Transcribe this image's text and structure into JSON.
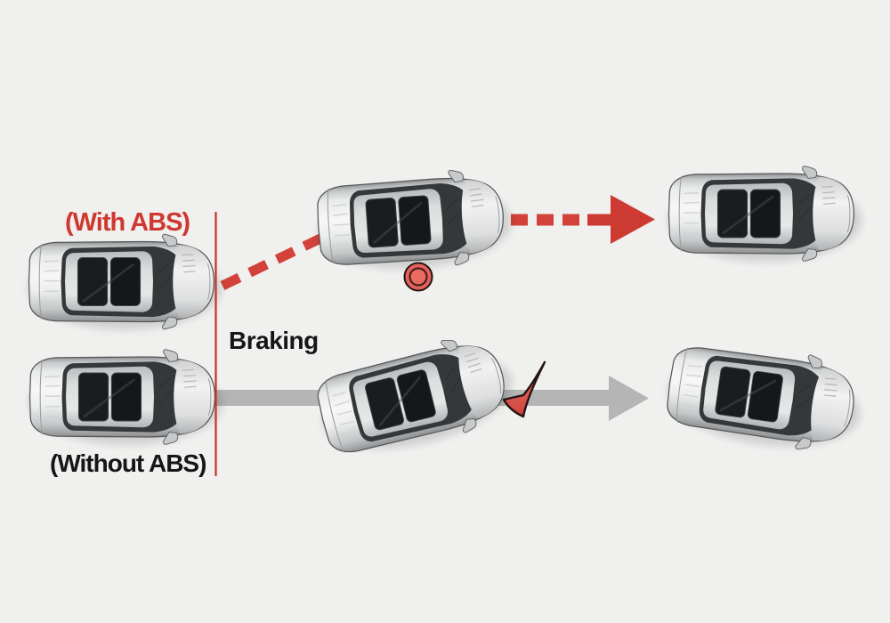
{
  "title": "ABS braking comparison diagram",
  "background": "#f0f0ef",
  "labels": {
    "with_abs": "(With ABS)",
    "braking": "Braking",
    "without_abs": "(Without ABS)"
  },
  "colors": {
    "red_text": "#d0372f",
    "red_dash": "#d2413a",
    "red_arrowhead": "#cd3a32",
    "braking_line": "#c8302a",
    "black_text": "#161616",
    "gray_arrow": "#b5b5b5",
    "marker_fill": "#e4625a",
    "marker_stroke": "#241413",
    "car_body": "#e9eaea",
    "car_glass": "#34383b"
  },
  "rows": [
    {
      "id": "with_abs",
      "label": "(With ABS)",
      "path_style": "red-dashed-swerve-arrow",
      "result": "car steers around and continues straight"
    },
    {
      "id": "without_abs",
      "label": "(Without ABS)",
      "path_style": "gray-solid-straight-arrow",
      "result": "car skids straight with locked wheels"
    }
  ],
  "cars": [
    {
      "row": "with_abs",
      "stage": "start"
    },
    {
      "row": "with_abs",
      "stage": "braking-steering"
    },
    {
      "row": "with_abs",
      "stage": "end"
    },
    {
      "row": "without_abs",
      "stage": "start"
    },
    {
      "row": "without_abs",
      "stage": "skidding"
    },
    {
      "row": "without_abs",
      "stage": "end"
    }
  ],
  "icons": [
    {
      "name": "wheel-marker-circle",
      "meaning": "ABS pulse point under braking car"
    },
    {
      "name": "skid-marker-cone",
      "meaning": "yaw/skid indicator at front of locked car"
    }
  ]
}
